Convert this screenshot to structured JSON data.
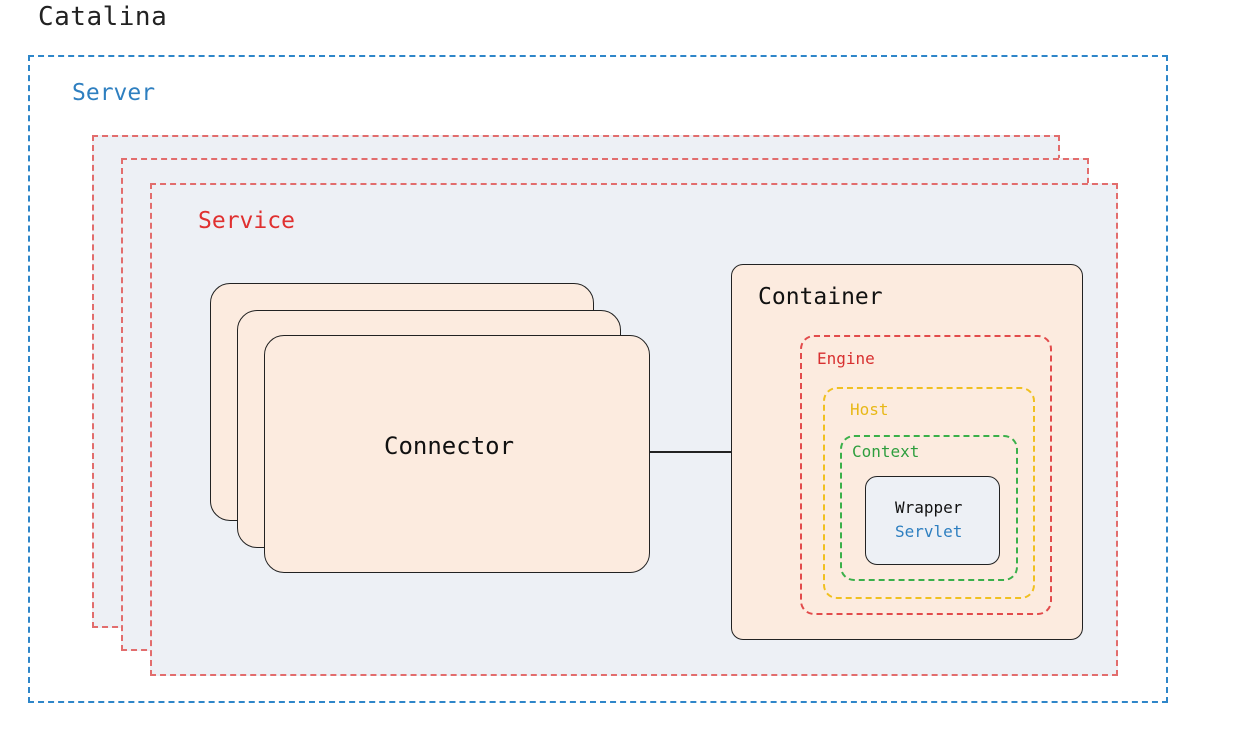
{
  "catalina": {
    "label": "Catalina"
  },
  "server": {
    "label": "Server"
  },
  "service": {
    "label": "Service"
  },
  "connector": {
    "label": "Connector"
  },
  "container": {
    "label": "Container"
  },
  "engine": {
    "label": "Engine"
  },
  "host": {
    "label": "Host"
  },
  "context": {
    "label": "Context"
  },
  "wrapper": {
    "label": "Wrapper"
  },
  "servlet": {
    "label": "Servlet"
  },
  "colors": {
    "server_border": "#2e86c9",
    "service_border": "#e26d6d",
    "service_fill": "#edf0f5",
    "component_fill": "#fcebdf",
    "engine_border": "#e24b4b",
    "host_border": "#f0c020",
    "context_border": "#3ab04a",
    "servlet_text": "#2e7fc0"
  }
}
